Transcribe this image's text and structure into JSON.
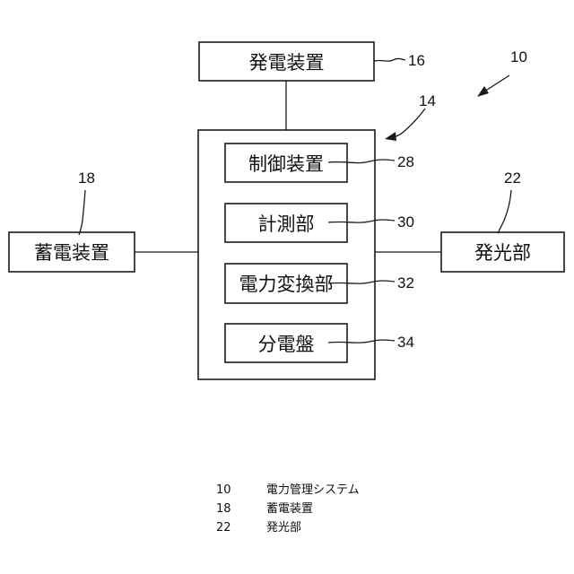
{
  "diagram": {
    "system_ref": "10",
    "generator": {
      "label": "発電装置",
      "ref": "16"
    },
    "unit": {
      "ref": "14"
    },
    "storage": {
      "label": "蓄電装置",
      "ref": "18"
    },
    "light": {
      "label": "発光部",
      "ref": "22"
    },
    "control": {
      "label": "制御装置",
      "ref": "28"
    },
    "meter": {
      "label": "計測部",
      "ref": "30"
    },
    "converter": {
      "label": "電力変換部",
      "ref": "32"
    },
    "panel": {
      "label": "分電盤",
      "ref": "34"
    }
  },
  "legend": [
    {
      "num": "10",
      "label": "電力管理システム"
    },
    {
      "num": "18",
      "label": "蓄電装置"
    },
    {
      "num": "22",
      "label": "発光部"
    }
  ]
}
